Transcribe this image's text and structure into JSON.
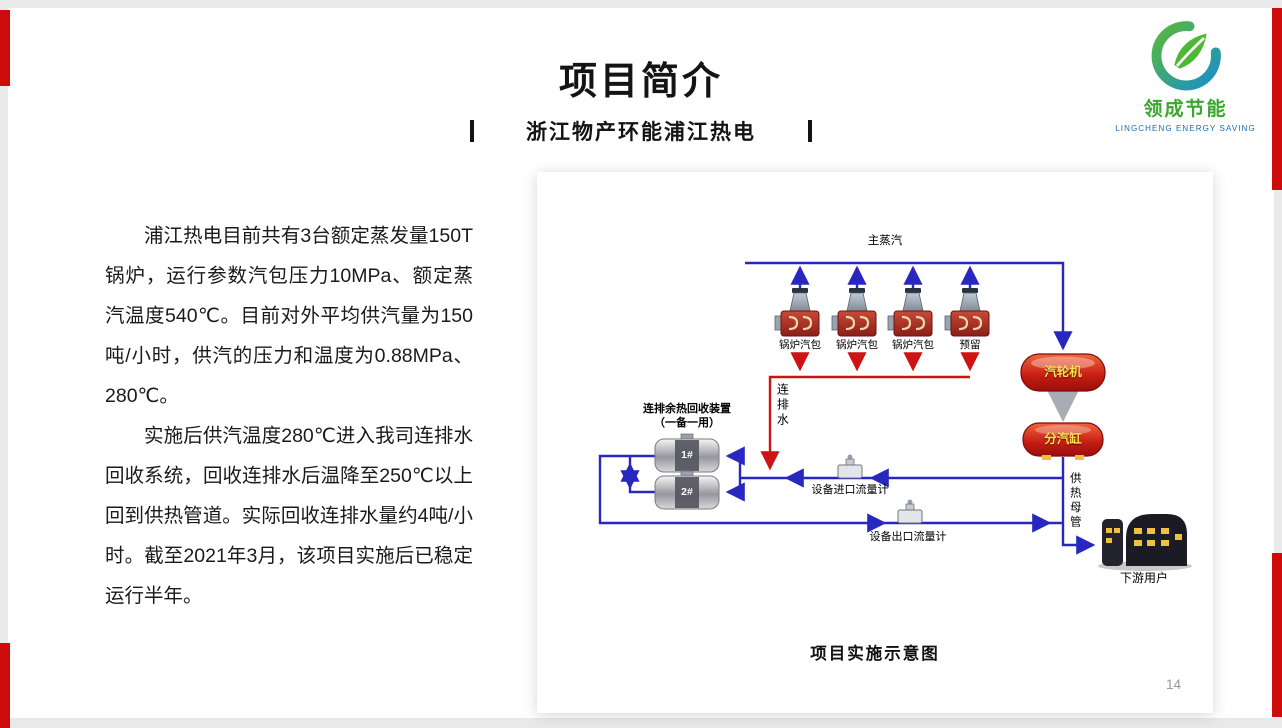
{
  "page": {
    "background_color": "#e9e9e9",
    "accent_red": "#ce0b0b",
    "title": "项目简介",
    "subtitle": "浙江物产环能浦江热电",
    "page_number": "14"
  },
  "logo": {
    "name": "领成节能",
    "tagline": "LINGCHENG ENERGY SAVING",
    "green": "#45b035",
    "blue": "#1a6bb5"
  },
  "body_text": {
    "paragraph1": "浦江热电目前共有3台额定蒸发量150T锅炉，运行参数汽包压力10MPa、额定蒸汽温度540℃。目前对外平均供汽量为150吨/小时，供汽的压力和温度为0.88MPa、280℃。",
    "paragraph2": "实施后供汽温度280℃进入我司连排水回收系统，回收连排水后温降至250℃以上回到供热管道。实际回收连排水量约4吨/小时。截至2021年3月，该项目实施后已稳定运行半年。"
  },
  "diagram": {
    "caption": "项目实施示意图",
    "line_colors": {
      "steam": "#2828c0",
      "blowdown": "#cc1414"
    },
    "labels": {
      "main_steam": "主蒸汽",
      "turbine": "汽轮机",
      "steam_cylinder": "分汽缸",
      "blowdown_water": "连排水",
      "recovery_device": "连排余热回收装置",
      "recovery_mode": "（一备一用）",
      "tank1": "1#",
      "tank2": "2#",
      "inlet_meter": "设备进口流量计",
      "outlet_meter": "设备出口流量计",
      "heating_main": "供热母管",
      "downstream_users": "下游用户"
    },
    "boilers": [
      {
        "label": "锅炉汽包"
      },
      {
        "label": "锅炉汽包"
      },
      {
        "label": "锅炉汽包"
      },
      {
        "label": "预留"
      }
    ],
    "icons": {
      "boiler-drum-icon": "red drum with gray chimney",
      "turbine-icon": "red glossy capsule",
      "steam-cylinder-icon": "red horizontal cylinder",
      "recovery-tank-icon": "gray horizontal tank with dark band",
      "flow-meter-icon": "small gray gauge box",
      "downstream-building-icon": "dark building with lit windows"
    }
  }
}
